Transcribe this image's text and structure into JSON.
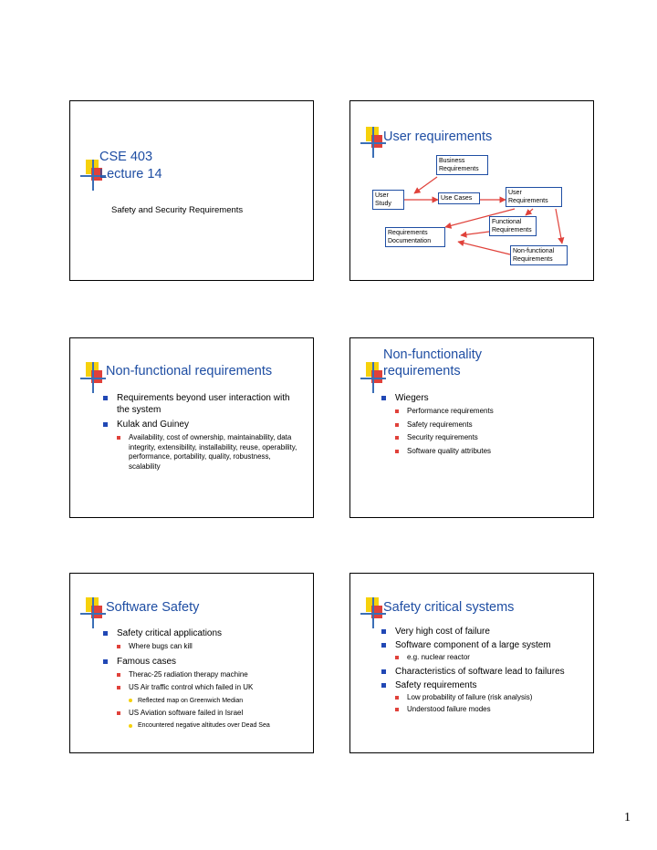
{
  "slides": {
    "s1": {
      "title_line1": "CSE 403",
      "title_line2": "Lecture 14",
      "subtitle": "Safety and Security Requirements"
    },
    "s2": {
      "title": "User requirements",
      "boxes": {
        "business": "Business Requirements",
        "user_study": "User Study",
        "use_cases": "Use Cases",
        "user_req": "User Requirements",
        "functional": "Functional Requirements",
        "documentation": "Requirements Documentation",
        "nonfunctional": "Non-functional Requirements"
      }
    },
    "s3": {
      "title": "Non-functional requirements",
      "items": [
        "Requirements beyond user interaction with the system",
        "Kulak and Guiney",
        "Availability, cost of ownership, maintainability, data integrity, extensibility, installability, reuse, operability, performance, portability, quality, robustness, scalability"
      ]
    },
    "s4": {
      "title_line1": "Non-functionality",
      "title_line2": "requirements",
      "items": [
        "Wiegers",
        "Performance requirements",
        "Safety requirements",
        "Security requirements",
        "Software quality attributes"
      ]
    },
    "s5": {
      "title": "Software Safety",
      "items": [
        "Safety critical applications",
        "Where bugs can kill",
        "Famous cases",
        "Therac-25 radiation therapy machine",
        "US Air traffic control which failed in UK",
        "Reflected map on Greenwich Median",
        "US Aviation software failed in Israel",
        "Encountered negative altitudes over Dead Sea"
      ]
    },
    "s6": {
      "title": "Safety critical systems",
      "items": [
        "Very high cost of failure",
        "Software component of a large system",
        "e.g. nuclear reactor",
        "Characteristics of software lead to failures",
        "Safety requirements",
        "Low probability of failure (risk analysis)",
        "Understood failure modes"
      ]
    }
  },
  "page_number": "1",
  "colors": {
    "title": "#1f4ea3",
    "bullet": "#2148b5",
    "sub_bullet": "#e0413a",
    "logo_yellow": "#f6d10b",
    "arrow": "#e0413a"
  }
}
